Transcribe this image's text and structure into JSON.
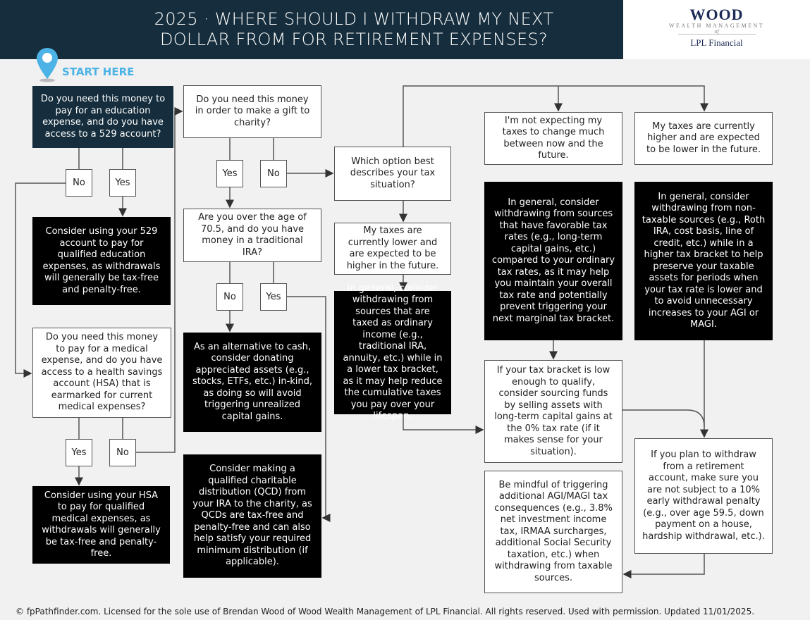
{
  "header": {
    "title_line1": "2025 · WHERE SHOULD I WITHDRAW MY NEXT",
    "title_line2": "DOLLAR FROM FOR RETIREMENT EXPENSES?"
  },
  "logo": {
    "name": "WOOD",
    "sub": "WEALTH MANAGEMENT",
    "of": "of",
    "partner": "LPL Financial"
  },
  "start_label": "START HERE",
  "nodes": {
    "q_education": "Do you need this money to pay for an education expense, and do you have access to a 529 account?",
    "a_529": "Consider using your 529 account to pay for qualified education expenses, as withdrawals will generally be tax-free and penalty-free.",
    "q_medical": "Do you need this money to pay for a medical expense, and do you have access to a health savings account (HSA) that is earmarked for current medical expenses?",
    "a_hsa": "Consider using your HSA to pay for qualified medical expenses, as withdrawals will generally be tax-free and penalty-free.",
    "q_charity": "Do you need this money in order to make a gift to charity?",
    "q_age": "Are you over the age of 70.5, and do you have money in a traditional IRA?",
    "a_donate": "As an alternative to cash, consider donating appreciated assets (e.g., stocks, ETFs, etc.) in-kind, as doing so will avoid triggering unrealized capital gains.",
    "a_qcd": "Consider making a qualified charitable distribution (QCD) from your IRA to the charity, as QCDs are tax-free and penalty-free and can also help satisfy your required minimum distribution (if applicable).",
    "q_tax": "Which option best describes your tax situation?",
    "o_lower": "My taxes are currently lower and are expected to be higher in the future.",
    "a_lower": "In general, consider withdrawing from sources that are taxed as ordinary income (e.g., traditional IRA, annuity, etc.) while in a lower tax bracket, as it may help reduce the cumulative taxes you pay over your lifespan.",
    "o_same": "I'm not expecting my taxes to change much between now and the future.",
    "a_same": "In general, consider withdrawing from sources that have favorable tax rates (e.g., long-term capital gains, etc.) compared to your ordinary tax rates, as it may help you maintain your overall tax rate and potentially prevent triggering your next marginal tax bracket.",
    "o_higher": "My taxes are currently higher and are expected to be lower in the future.",
    "a_higher": "In general, consider withdrawing from non-taxable sources (e.g., Roth IRA, cost basis, line of credit, etc.) while in a higher tax bracket to help preserve your taxable assets for periods when your tax rate is lower and to avoid unnecessary increases to your AGI or MAGI.",
    "n_zero": "If your tax bracket is low enough to qualify, consider sourcing funds by selling assets with long-term capital gains at the 0% tax rate (if it makes sense for your situation).",
    "n_penalty": "If you plan to withdraw from a retirement account, make sure you are not subject to a 10% early withdrawal penalty (e.g., over age 59.5, down payment on a house, hardship withdrawal, etc.).",
    "n_agi": "Be mindful of triggering additional AGI/MAGI tax consequences (e.g., 3.8% net investment income tax, IRMAA surcharges, additional Social Security taxation, etc.) when withdrawing from taxable sources."
  },
  "answers": {
    "yes": "Yes",
    "no": "No"
  },
  "footer": "© fpPathfinder.com. Licensed for the sole use of Brendan Wood of Wood Wealth Management of LPL Financial. All rights reserved. Used with permission. Updated 11/01/2025."
}
